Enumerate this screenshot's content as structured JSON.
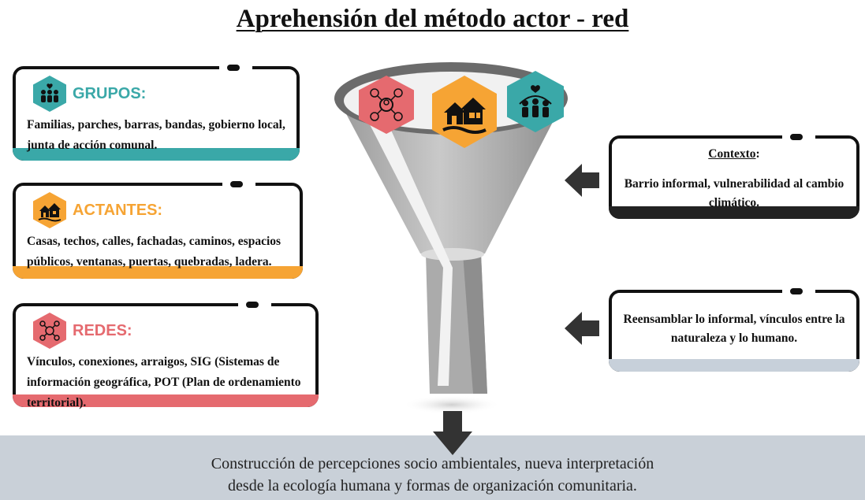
{
  "title": "Aprehensión del método actor - red",
  "categories": [
    {
      "key": "grupos",
      "title": "GRUPOS:",
      "text": "Familias, parches, barras, bandas, gobierno local, junta de acción comunal.",
      "icon": "people-group-icon",
      "color": "#3aa8a8",
      "title_color": "#3aa8a8"
    },
    {
      "key": "actantes",
      "title": "ACTANTES:",
      "text": "Casas, techos,  calles, fachadas, caminos, espacios públicos, ventanas, puertas, quebradas, ladera.",
      "icon": "houses-icon",
      "color": "#f6a434",
      "title_color": "#f6a434"
    },
    {
      "key": "redes",
      "title": "REDES:",
      "text": "Vínculos, conexiones, arraigos, SIG (Sistemas de información geográfica, POT (Plan de ordenamiento territorial).",
      "icon": "network-icon",
      "color": "#e56a6f",
      "title_color": "#e56a6f"
    }
  ],
  "context": {
    "heading": "Contexto",
    "heading_suffix": ":",
    "text": "Barrio informal, vulnerabilidad al cambio climático.",
    "color": "#222222"
  },
  "reassemble": {
    "text": "Reensamblar lo informal, vínculos entre la naturaleza y lo humano.",
    "color": "#c7d0da"
  },
  "result": {
    "text_line1": "Construcción de percepciones socio  ambientales, nueva interpretación",
    "text_line2": "desde la ecología humana y formas de organización comunitaria."
  },
  "funnel_icons": [
    "network-icon",
    "houses-icon",
    "people-group-icon"
  ]
}
